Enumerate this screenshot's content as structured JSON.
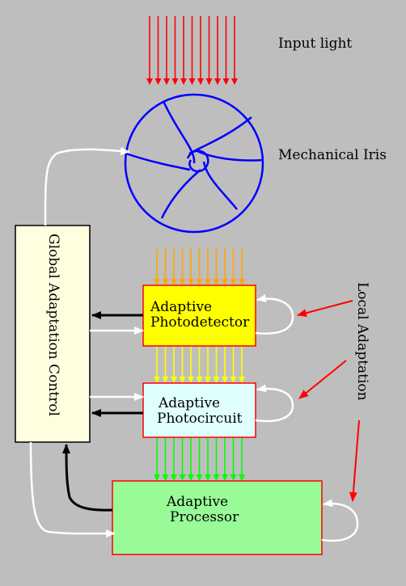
{
  "labels": {
    "input_light": "Input light",
    "mechanical_iris": "Mechanical Iris",
    "local_adaptation": "Local Adaptation",
    "global_control": "Global Adaptation Control"
  },
  "boxes": {
    "photodetector": {
      "line1": "Adaptive",
      "line2": "Photodetector"
    },
    "photocircuit": {
      "line1": "Adaptive",
      "line2": "Photocircuit"
    },
    "processor": {
      "line1": "Adaptive",
      "line2": "Processor"
    }
  },
  "colors": {
    "background": "#bebebe",
    "input_arrows": "#ff0000",
    "iris": "#0000ff",
    "orange_arrows": "#ffa500",
    "yellow_arrows": "#ffff00",
    "green_arrows": "#00ff00",
    "photodetector_fill": "#ffff00",
    "photocircuit_fill": "#e0ffff",
    "processor_fill": "#98fb98",
    "global_fill": "#ffffe0",
    "box_border": "#ff0000"
  }
}
